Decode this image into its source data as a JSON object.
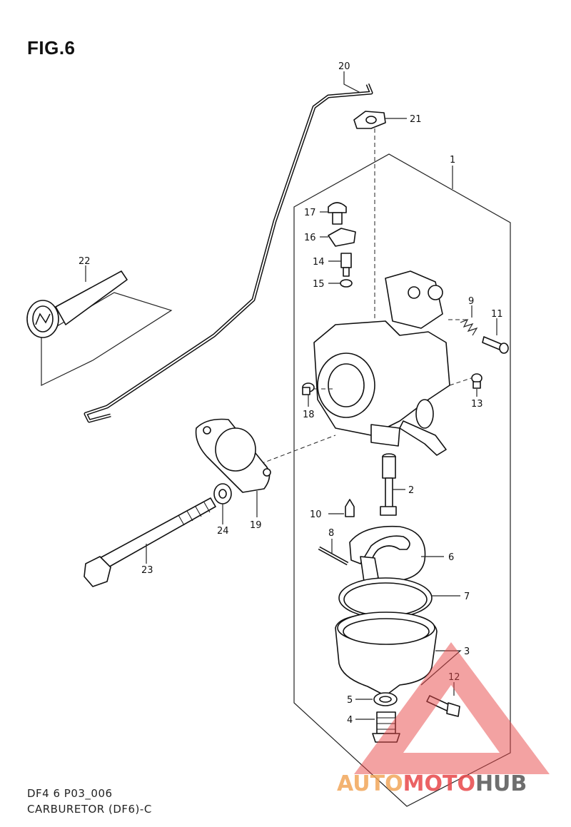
{
  "figure": {
    "title": "FIG.6",
    "drawing_code": "DF4 6 P03_006",
    "drawing_name": "CARBURETOR (DF6)-C"
  },
  "callouts": {
    "c1": "1",
    "c2": "2",
    "c3": "3",
    "c4": "4",
    "c5": "5",
    "c6": "6",
    "c7": "7",
    "c8": "8",
    "c9": "9",
    "c10": "10",
    "c11": "11",
    "c12": "12",
    "c13": "13",
    "c14": "14",
    "c15": "15",
    "c16": "16",
    "c17": "17",
    "c18": "18",
    "c19": "19",
    "c20": "20",
    "c21": "21",
    "c22": "22",
    "c23": "23",
    "c24": "24"
  },
  "watermark": {
    "part1": "AUTO",
    "part2": "MOTO",
    "part3": "HUB",
    "colors": {
      "auto": "#f2a65a",
      "moto": "#e8474a",
      "hub": "#555555",
      "triangle": "#e8474a"
    }
  }
}
